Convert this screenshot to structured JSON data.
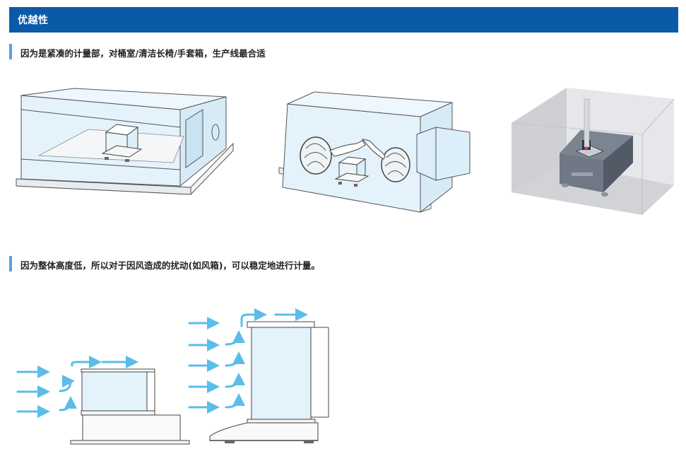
{
  "header": {
    "title": "优越性"
  },
  "sections": [
    {
      "text": "因为是紧凑的计量部，对桶室/清洁长椅/手套箱，生产线最合适"
    },
    {
      "text": "因为整体高度低，所以对于因风造成的扰动(如风箱)，可以稳定地进行计量。"
    }
  ],
  "colors": {
    "header_bg": "#0b5aa8",
    "accent": "#5aa0df",
    "airflow_arrow": "#5bbde8",
    "glass": "#e4f2fb"
  }
}
